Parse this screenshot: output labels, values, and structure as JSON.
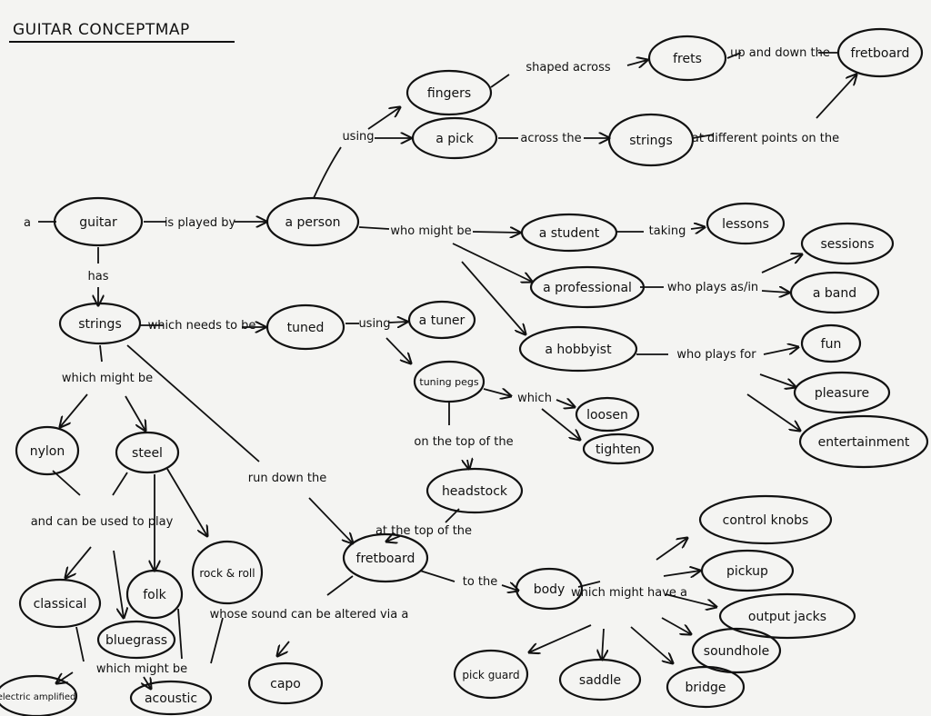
{
  "title": "GUITAR CONCEPTMAP",
  "nodes": {
    "guitar": "guitar",
    "person": "a person",
    "fingers": "fingers",
    "pick": "a pick",
    "frets": "frets",
    "fretboard_top": "fretboard",
    "strings_top": "strings",
    "student": "a student",
    "lessons": "lessons",
    "professional": "a professional",
    "sessions": "sessions",
    "band": "a band",
    "hobbyist": "a hobbyist",
    "fun": "fun",
    "pleasure": "pleasure",
    "entertainment": "entertainment",
    "strings": "strings",
    "tuned": "tuned",
    "tuner": "a tuner",
    "tuning_pegs": "tuning pegs",
    "loosen": "loosen",
    "tighten": "tighten",
    "headstock": "headstock",
    "fretboard": "fretboard",
    "body": "body",
    "control_knobs": "control knobs",
    "pickup": "pickup",
    "output_jacks": "output jacks",
    "soundhole": "soundhole",
    "pickguard": "pick guard",
    "saddle": "saddle",
    "bridge": "bridge",
    "capo": "capo",
    "nylon": "nylon",
    "steel": "steel",
    "classical": "classical",
    "folk": "folk",
    "rock_roll": "rock & roll",
    "bluegrass": "bluegrass",
    "electric_amplified": "electric amplified",
    "acoustic": "acoustic"
  },
  "labels": {
    "a": "a",
    "is_played_by": "is played by",
    "using": "using",
    "shaped_across": "shaped across",
    "up_and_down_the": "up and down the",
    "across_the": "across the",
    "at_different_points": "at different points on the",
    "who_might_be": "who might be",
    "taking": "taking",
    "who_plays_as_in": "who plays as/in",
    "who_plays_for": "who plays for",
    "has": "has",
    "which_needs_to_be": "which needs to be",
    "using2": "using",
    "which": "which",
    "on_the_top_of_the": "on the top of the",
    "at_the_top_of_the": "at the top of the",
    "run_down_the": "run down the",
    "to_the": "to the",
    "which_might_have_a": "which might have a",
    "whose_sound_can_be_altered_via_a": "whose sound can be altered via a",
    "which_might_be": "which might be",
    "and_can_be_used_to_play": "and can be used to play",
    "which_might_be2": "which might be"
  }
}
